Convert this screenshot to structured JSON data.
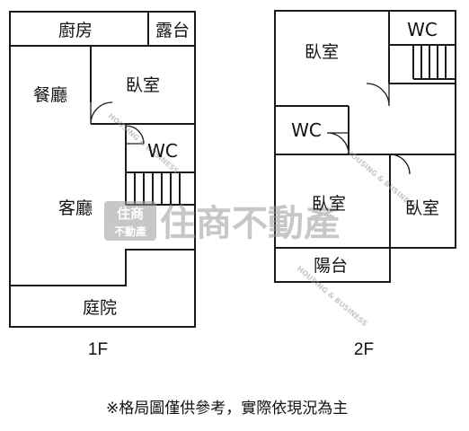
{
  "floor1": {
    "label": "1F",
    "rooms": {
      "kitchen": "廚房",
      "balcony": "露台",
      "dining": "餐廳",
      "bedroom": "臥室",
      "wc": "WC",
      "living": "客廳",
      "courtyard": "庭院"
    }
  },
  "floor2": {
    "label": "2F",
    "rooms": {
      "bedroom_a": "臥室",
      "wc_a": "WC",
      "wc_b": "WC",
      "bedroom_b": "臥室",
      "bedroom_c": "臥室",
      "balcony": "陽台"
    }
  },
  "watermark": {
    "logo_top": "住商",
    "logo_bottom": "不動產",
    "text": "住商不動產",
    "tagline": "HOUSING & BUSINESS"
  },
  "note": "※格局圖僅供參考，實際依現況為主",
  "colors": {
    "line": "#1a1a1a",
    "watermark": "#9a9a9a"
  }
}
